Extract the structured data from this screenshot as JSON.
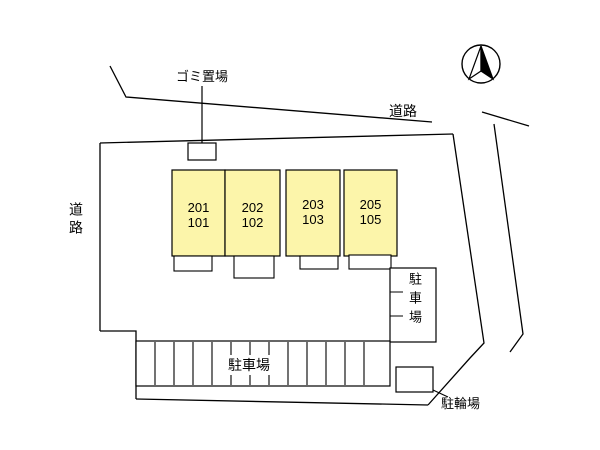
{
  "colors": {
    "background": "#FFFFFF",
    "line": "#000000",
    "building_fill": "#FCF5AA"
  },
  "labels": {
    "garbage_area": "ゴミ置場",
    "road_top": "道路",
    "road_left": "道路",
    "parking_lot_right": "駐車場",
    "parking_lot_bottom": "駐車場",
    "bicycle_parking": "駐輪場"
  },
  "buildings": [
    {
      "units": "201\n101"
    },
    {
      "units": "202\n102"
    },
    {
      "units": "203\n103"
    },
    {
      "units": "205\n105"
    }
  ],
  "icons": {
    "north_arrow": "north-arrow"
  }
}
